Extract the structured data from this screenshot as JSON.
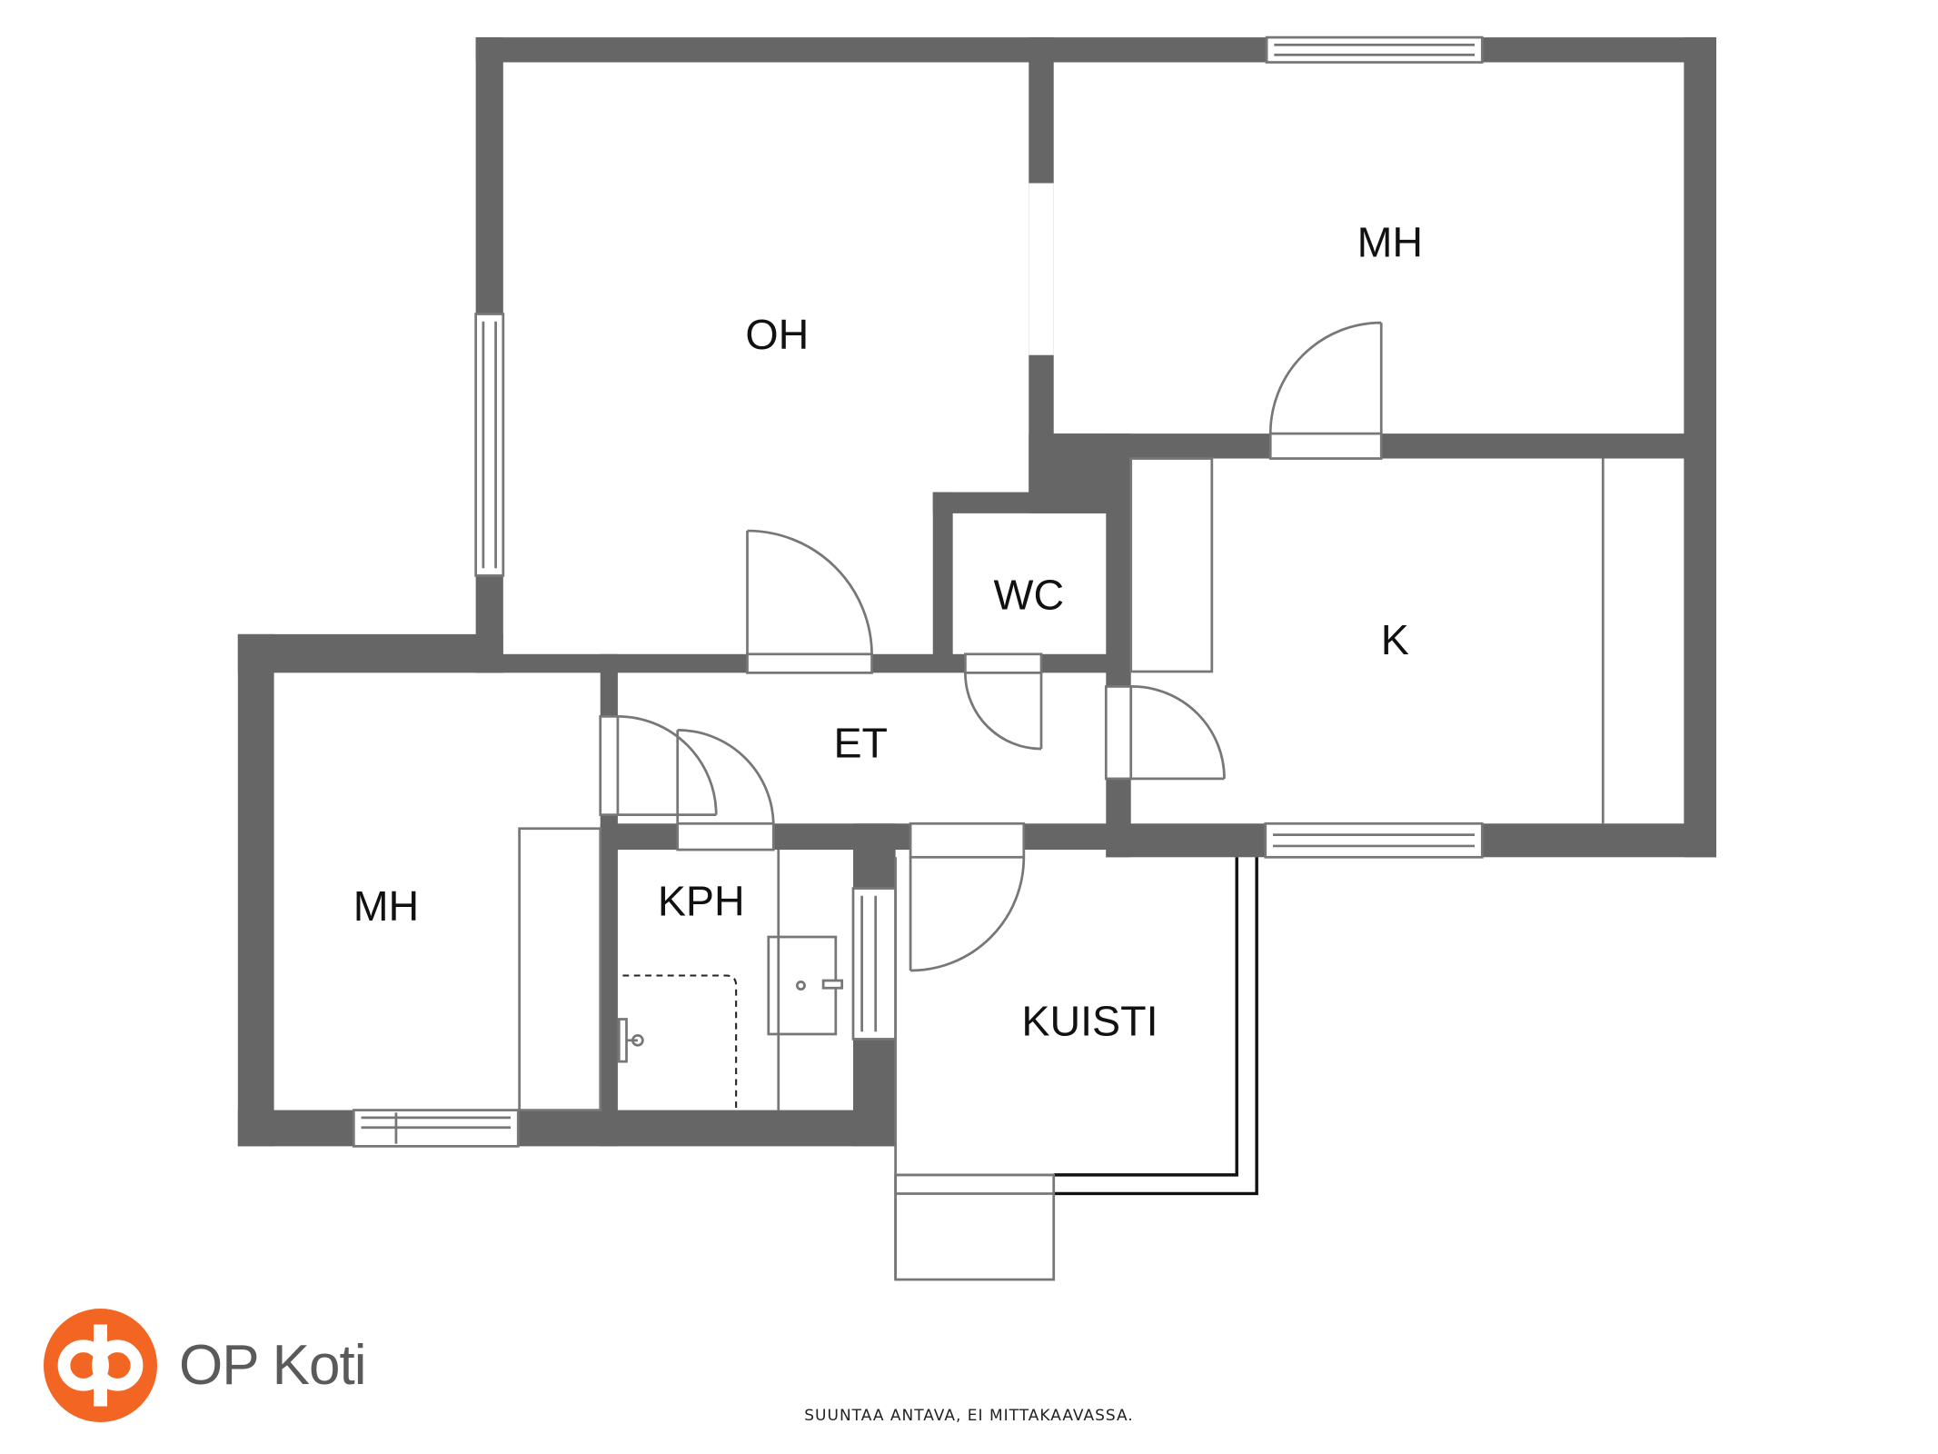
{
  "rooms": {
    "oh": "OH",
    "mh_top": "MH",
    "wc": "WC",
    "k": "K",
    "et": "ET",
    "mh_left": "MH",
    "kph": "KPH",
    "kuisti": "KUISTI"
  },
  "brand": {
    "name": "OP Koti",
    "logo_icon": "op-logo-icon",
    "logo_color": "#f26522"
  },
  "note": "SUUNTAA ANTAVA, EI MITTAKAAVASSA.",
  "colors": {
    "wall": "#666666",
    "background": "#ffffff"
  }
}
